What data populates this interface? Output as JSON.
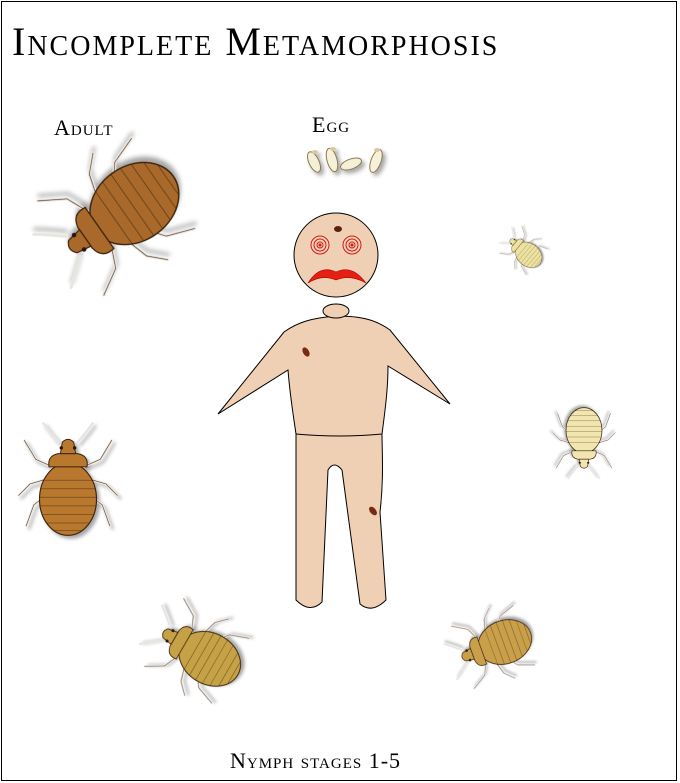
{
  "title": "Incomplete Metamorphosis",
  "labels": {
    "adult": "Adult",
    "egg": "Egg",
    "nymph": "Nymph stages 1-5"
  },
  "colors": {
    "skin": "#f0d0b4",
    "mouth": "#e52013",
    "adult_bug": "#a9692a",
    "nymph_1": "#ede2a0",
    "nymph_2": "#f2e6b0",
    "nymph_3": "#c9a04a",
    "nymph_4": "#c6a246",
    "nymph_5": "#b8782e"
  },
  "icons": [
    "bed-bug-adult-icon",
    "bed-bug-egg-icon",
    "bed-bug-nymph-icon",
    "human-figure-icon"
  ]
}
